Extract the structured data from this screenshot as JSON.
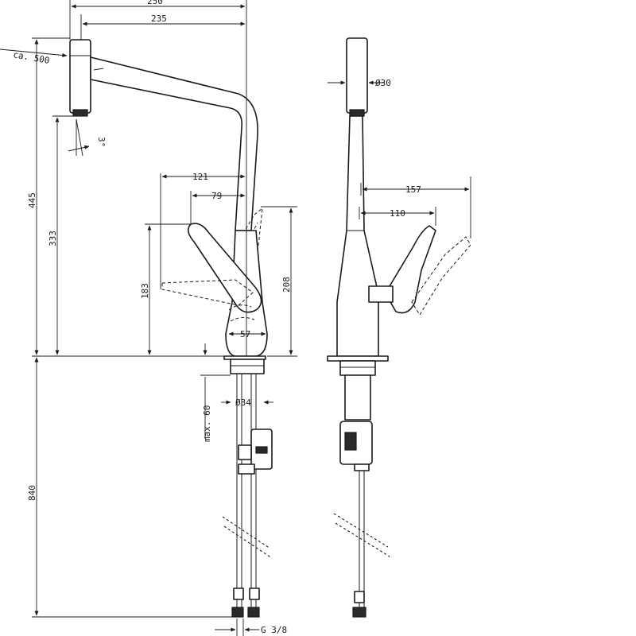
{
  "dimensions": {
    "width_250": "250",
    "width_235": "235",
    "pullout_ca500": "ca. 500",
    "angle_3": "3°",
    "height_445": "445",
    "height_333": "333",
    "reach_121": "121",
    "reach_79": "79",
    "height_183": "183",
    "height_208": "208",
    "base_57": "57",
    "max_60": "max. 60",
    "dia_34": "Ø34",
    "length_840": "840",
    "thread_g38": "G 3/8",
    "dia_30": "Ø30",
    "reach_157": "157",
    "reach_110": "110"
  },
  "colors": {
    "line": "#1a1a1a",
    "background": "#ffffff"
  }
}
